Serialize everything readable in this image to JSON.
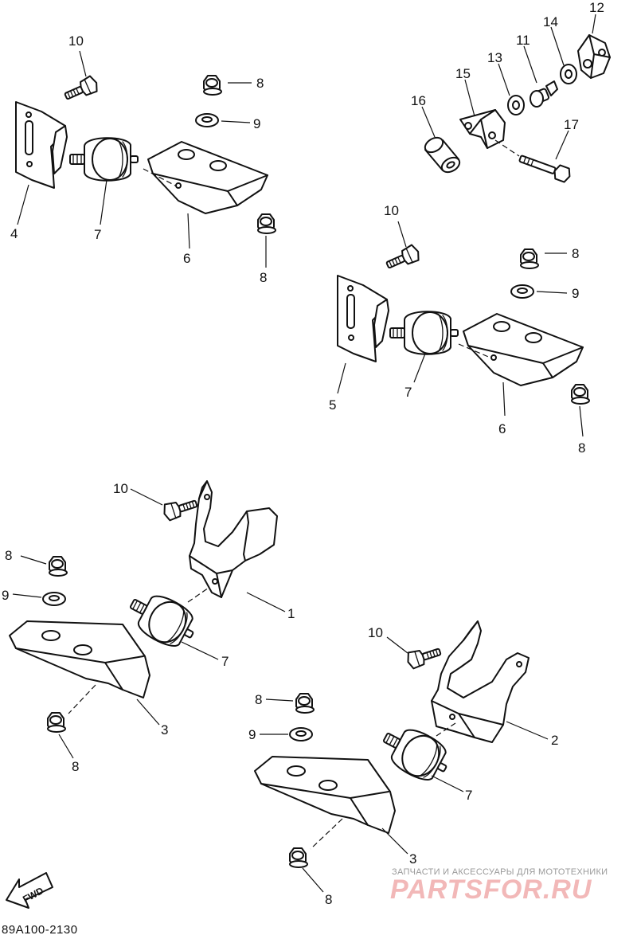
{
  "diagram": {
    "drawing_code": "89A100-2130",
    "direction_label": "FWD",
    "watermark": {
      "tagline": "ЗАПЧАСТИ И АКСЕССУАРЫ ДЛЯ МОТОТЕХНИКИ",
      "logo": "PARTSFOR.RU"
    },
    "callouts": {
      "c1": "1",
      "c2": "2",
      "c3a": "3",
      "c3b": "3",
      "c4": "4",
      "c5": "5",
      "c6a": "6",
      "c6b": "6",
      "c7a": "7",
      "c7b": "7",
      "c7c": "7",
      "c7d": "7",
      "c8a": "8",
      "c8b": "8",
      "c8c": "8",
      "c8d": "8",
      "c8e": "8",
      "c8f": "8",
      "c8g": "8",
      "c8h": "8",
      "c9a": "9",
      "c9b": "9",
      "c9c": "9",
      "c9d": "9",
      "c10a": "10",
      "c10b": "10",
      "c10c": "10",
      "c10d": "10",
      "c11": "11",
      "c12": "12",
      "c13": "13",
      "c14": "14",
      "c15": "15",
      "c16": "16",
      "c17": "17"
    }
  }
}
